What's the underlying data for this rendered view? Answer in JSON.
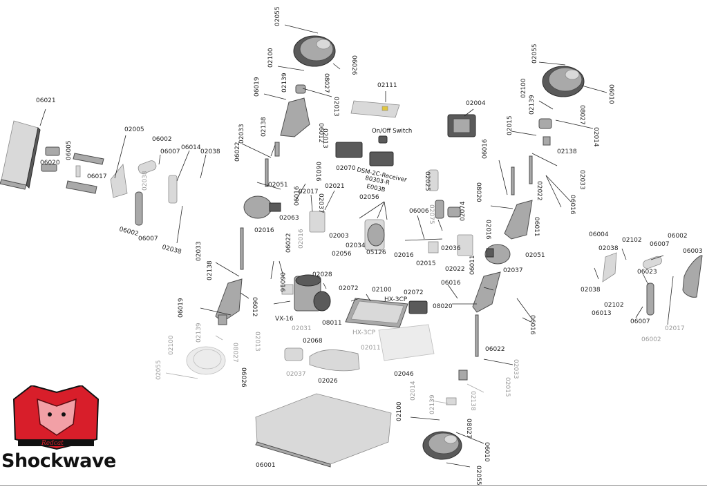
{
  "brand": {
    "name": "Shockwave",
    "logo_text": "Redcat",
    "logo_color": "#d81e2a"
  },
  "labels": [
    "02055",
    "06026",
    "02100",
    "08027",
    "02139",
    "02013",
    "06019",
    "02111",
    "02004",
    "02055",
    "06010",
    "02100",
    "02139",
    "08027",
    "02014",
    "02015",
    "06021",
    "02005",
    "06002",
    "06014",
    "02038",
    "06007",
    "06005",
    "06020",
    "06017",
    "06002",
    "06007",
    "02038",
    "02038",
    "02013",
    "06022",
    "02033",
    "02138",
    "06012",
    "06016",
    "02051",
    "02017",
    "02021",
    "06016",
    "02016",
    "02063",
    "02037",
    "02003",
    "02034",
    "02056",
    "06006",
    "05126",
    "02016",
    "02056",
    "06022",
    "02033",
    "02016",
    "02138",
    "06019",
    "06012",
    "02028",
    "02072",
    "02100",
    "02072",
    "06016",
    "06011",
    "08020",
    "06016",
    "VX-16",
    "02031",
    "02068",
    "08011",
    "02011",
    "02046",
    "02037",
    "02026",
    "02100",
    "02139",
    "02013",
    "08027",
    "06026",
    "02055",
    "02014",
    "02139",
    "02100",
    "08027",
    "06010",
    "02055",
    "02138",
    "02015",
    "02033",
    "06022",
    "06016",
    "02070",
    "02025",
    "02075",
    "02074",
    "02016",
    "06011",
    "02051",
    "02037",
    "02015",
    "02022",
    "02036",
    "08020",
    "06016",
    "02138",
    "02033",
    "02022",
    "06016",
    "06004",
    "02038",
    "02102",
    "06007",
    "06002",
    "06003",
    "06023",
    "02038",
    "02102",
    "06013",
    "06007",
    "06002",
    "02017",
    "06001",
    "HX-3CP",
    "HX-3CP"
  ],
  "callouts": {
    "switch": "On/Off Switch",
    "receiver_line1": "DSM-2C-Receiver",
    "receiver_line2": "80303-R",
    "receiver_line3": "E003B"
  }
}
